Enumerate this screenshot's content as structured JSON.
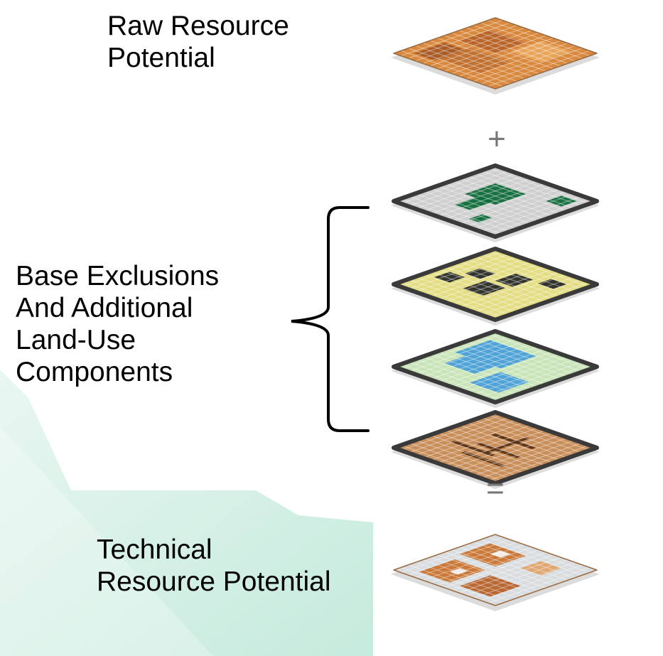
{
  "labels": {
    "raw": [
      "Raw Resource",
      "Potential"
    ],
    "base": [
      "Base Exclusions",
      "And Additional",
      "Land-Use",
      "Components"
    ],
    "technical": [
      "Technical",
      "Resource Potential"
    ]
  },
  "operators": {
    "plus": "+",
    "equals": "="
  },
  "layers": [
    {
      "name": "raw-resource-layer",
      "fill": "#d9893e",
      "pattern": "raw"
    },
    {
      "name": "protected-areas-layer",
      "fill": "#cfcfcf",
      "pattern": "green"
    },
    {
      "name": "terrain-exclusion-layer",
      "fill": "#e3dd84",
      "pattern": "dark"
    },
    {
      "name": "water-layer",
      "fill": "#c9e4b8",
      "pattern": "blue"
    },
    {
      "name": "slope-layer",
      "fill": "#c98f5a",
      "pattern": "brown"
    },
    {
      "name": "technical-resource-layer",
      "fill": "#d9dde0",
      "pattern": "mixed"
    }
  ],
  "colors": {
    "background_gradient": "#cdeee2",
    "bracket": "#000000",
    "layer_border": "#3a3a3a"
  }
}
